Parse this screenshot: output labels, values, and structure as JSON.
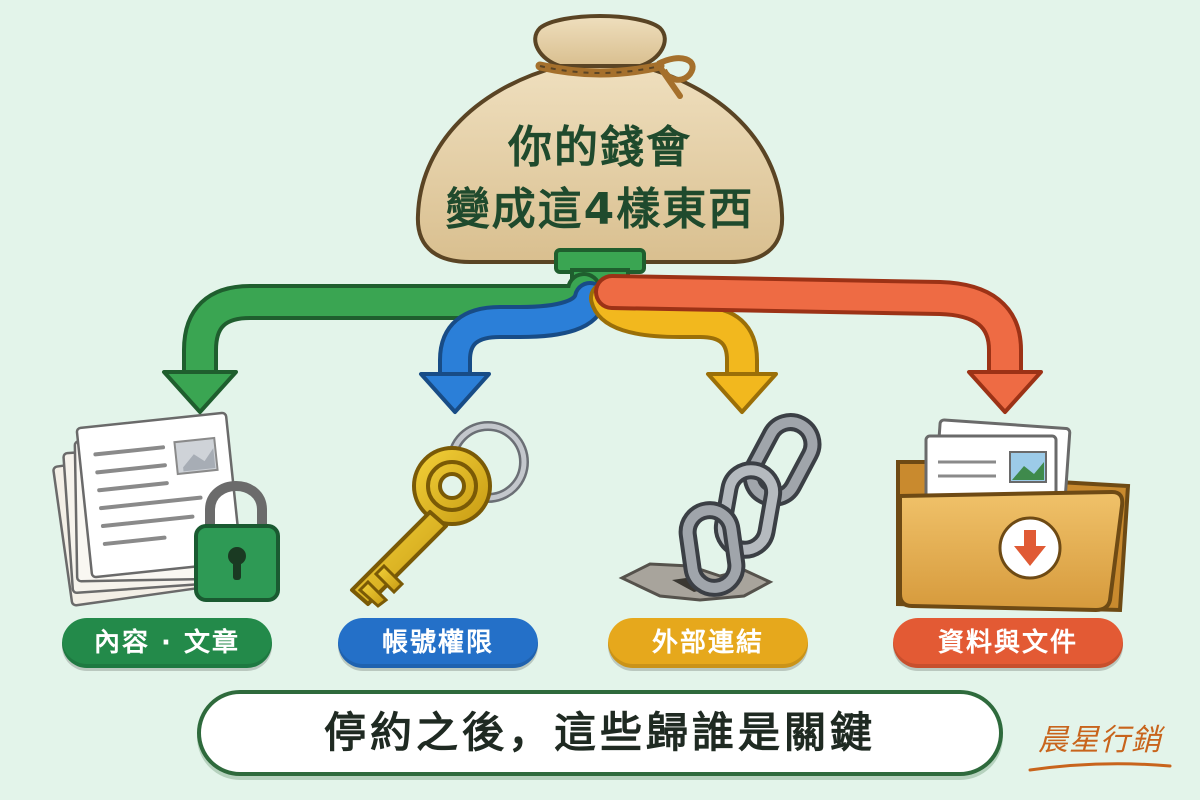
{
  "title": {
    "line1": "你的錢會",
    "line2": "變成這4樣東西"
  },
  "items": [
    {
      "label": "內容 · 文章",
      "color": "#238a4a",
      "icon": "documents-lock-icon"
    },
    {
      "label": "帳號權限",
      "color": "#2470c8",
      "icon": "key-icon"
    },
    {
      "label": "外部連結",
      "color": "#e6a81c",
      "icon": "chain-icon"
    },
    {
      "label": "資料與文件",
      "color": "#e35a34",
      "icon": "folder-download-icon"
    }
  ],
  "footer": "停約之後，這些歸誰是關鍵",
  "brand": "晨星行銷",
  "colors": {
    "background": "#e3f4ea",
    "bag": "#e7d3ad",
    "pipe": "#3aa552"
  }
}
